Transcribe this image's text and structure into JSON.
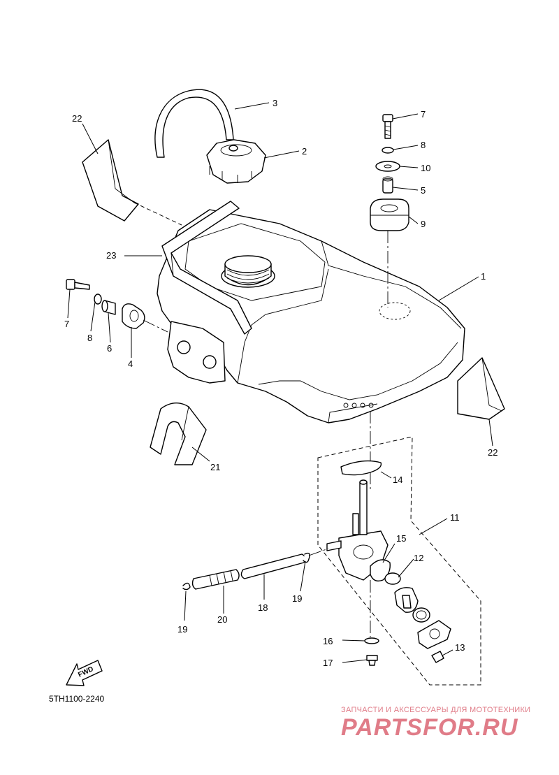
{
  "diagram": {
    "callouts": [
      {
        "id": "c1",
        "label": "1"
      },
      {
        "id": "c2",
        "label": "2"
      },
      {
        "id": "c3",
        "label": "3"
      },
      {
        "id": "c4",
        "label": "4"
      },
      {
        "id": "c5",
        "label": "5"
      },
      {
        "id": "c6",
        "label": "6"
      },
      {
        "id": "c7a",
        "label": "7"
      },
      {
        "id": "c7b",
        "label": "7"
      },
      {
        "id": "c8a",
        "label": "8"
      },
      {
        "id": "c8b",
        "label": "8"
      },
      {
        "id": "c9",
        "label": "9"
      },
      {
        "id": "c10",
        "label": "10"
      },
      {
        "id": "c11",
        "label": "11"
      },
      {
        "id": "c12",
        "label": "12"
      },
      {
        "id": "c13",
        "label": "13"
      },
      {
        "id": "c14",
        "label": "14"
      },
      {
        "id": "c15",
        "label": "15"
      },
      {
        "id": "c16",
        "label": "16"
      },
      {
        "id": "c17",
        "label": "17"
      },
      {
        "id": "c18",
        "label": "18"
      },
      {
        "id": "c19a",
        "label": "19"
      },
      {
        "id": "c19b",
        "label": "19"
      },
      {
        "id": "c20",
        "label": "20"
      },
      {
        "id": "c21",
        "label": "21"
      },
      {
        "id": "c22a",
        "label": "22"
      },
      {
        "id": "c22b",
        "label": "22"
      },
      {
        "id": "c23",
        "label": "23"
      }
    ],
    "fwd_label": "FWD",
    "drawing_code": "5TH1100-2240"
  },
  "watermark": {
    "tagline": "ЗАПЧАСТИ И АКСЕССУАРЫ ДЛЯ МОТОТЕХНИКИ",
    "logo_text": "PARTSFOR.RU",
    "color": "#e07c88"
  }
}
